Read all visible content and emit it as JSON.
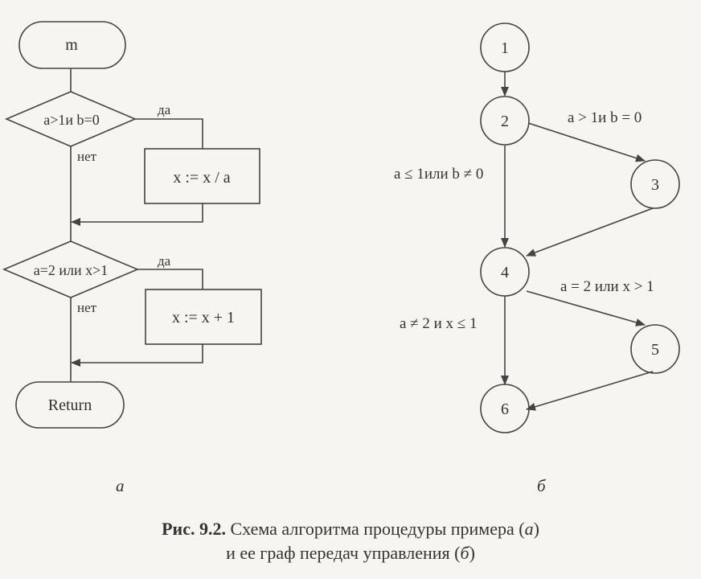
{
  "flowchart": {
    "start": "m",
    "decision1": "a>1и b=0",
    "yes1": "да",
    "no1": "нет",
    "process1": "x := x / a",
    "decision2": "a=2 или x>1",
    "yes2": "да",
    "no2": "нет",
    "process2": "x := x + 1",
    "end": "Return"
  },
  "graph": {
    "nodes": [
      "1",
      "2",
      "3",
      "4",
      "5",
      "6"
    ],
    "edge_2_3": "a > 1и b = 0",
    "edge_2_4": "a ≤ 1или b ≠ 0",
    "edge_4_5": "a = 2 или x > 1",
    "edge_4_6": "a ≠ 2 и x ≤ 1"
  },
  "sublabels": {
    "a": "a",
    "b": "б"
  },
  "caption": {
    "prefix": "Рис. 9.2.",
    "line1_text": " Схема алгоритма процедуры примера (",
    "line1_ref": "а",
    "line1_end": ")",
    "line2_text": "и ее граф передач управления (",
    "line2_ref": "б",
    "line2_end": ")"
  }
}
